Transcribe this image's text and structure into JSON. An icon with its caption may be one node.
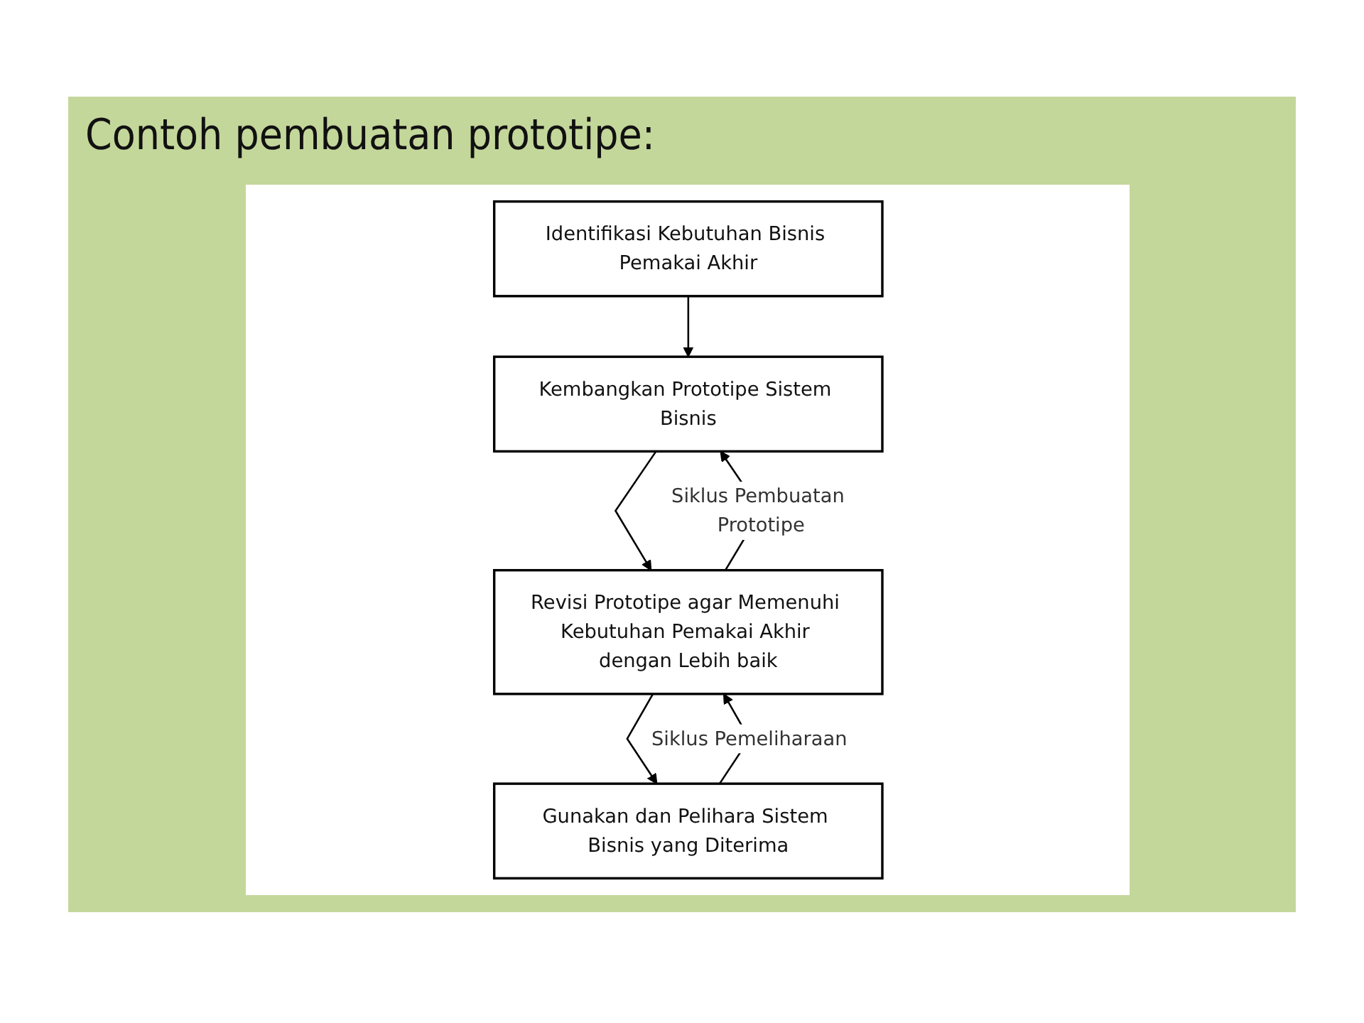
{
  "diagram": {
    "title": "Contoh pembuatan prototipe:",
    "nodes": [
      {
        "text": [
          "Identifikasi Kebutuhan Bisnis Pemakai Akhir"
        ]
      },
      {
        "text": [
          "Kembangkan Prototipe Sistem Bisnis"
        ]
      },
      {
        "text": [
          "Revisi Prototipe agar Memenuhi Kebutuhan Pemakai Akhir dengan Lebih baik"
        ]
      },
      {
        "text": [
          "Gunakan dan Pelihara Sistem Bisnis yang Diterima"
        ]
      }
    ],
    "edges": [
      {
        "from": 0,
        "to": 1,
        "arrow": "to"
      },
      {
        "from": 1,
        "to": 2,
        "arrow": "to"
      },
      {
        "from": 2,
        "to": 3,
        "arrow": "to"
      },
      {
        "from": 2,
        "to": 1,
        "arrow": "to",
        "label": "Siklus Pembuatan Prototipe"
      },
      {
        "from": 3,
        "to": 2,
        "arrow": "to",
        "label": "Siklus Pemeliharaan"
      }
    ]
  }
}
